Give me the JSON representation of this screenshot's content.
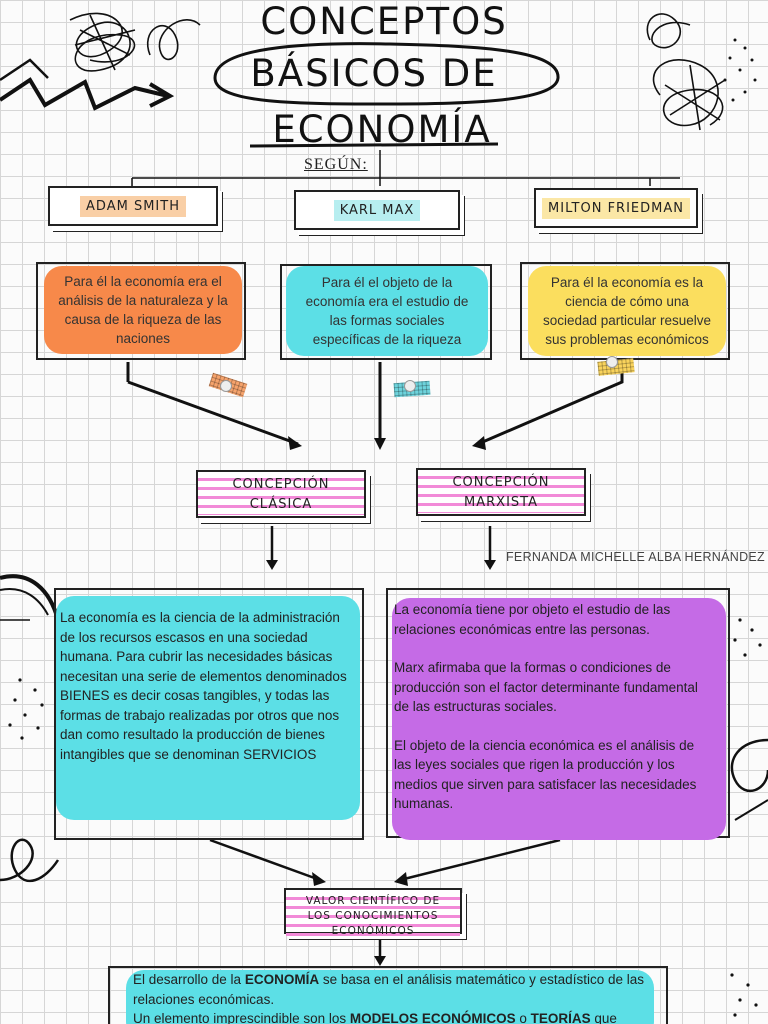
{
  "title": {
    "line1": "CONCEPTOS",
    "line2": "BÁSICOS DE",
    "line3": "ECONOMÍA"
  },
  "segun": "SEGÚN:",
  "authors": [
    {
      "name": "ADAM SMITH",
      "highlight": "#f9cfa6",
      "bubble_color": "#f7894a",
      "definition": "Para él la economía era el análisis de la naturaleza y la causa de la riqueza de las naciones"
    },
    {
      "name": "KARL MAX",
      "highlight": "#b7eef0",
      "bubble_color": "#5cdfe6",
      "definition": "Para él el objeto de la economía era el estudio de las formas sociales específicas de la riqueza"
    },
    {
      "name": "MILTON FRIEDMAN",
      "highlight": "#fbe7a6",
      "bubble_color": "#fbde5e",
      "definition": "Para él la economía es la ciencia de cómo una sociedad particular resuelve sus problemas económicos"
    }
  ],
  "concepts": {
    "clasica": "CONCEPCIÓN CLÁSICA",
    "marxista": "CONCEPCIÓN MARXISTA"
  },
  "author_credit": "FERNANDA MICHELLE ALBA HERNÁNDEZ",
  "clasica_text": "La economía es la ciencia de la administración de los recursos escasos en una sociedad humana. Para cubrir las necesidades básicas necesitan una serie de elementos denominados BIENES es decir cosas tangibles, y todas las formas de trabajo realizadas por otros que nos dan como resultado la producción de bienes intangibles que se denominan SERVICIOS",
  "marxista_text": {
    "p1": "La economía tiene por objeto el estudio de las relaciones económicas entre las personas.",
    "p2": "Marx afirmaba que la formas o condiciones de producción son el factor determinante fundamental de las estructuras sociales.",
    "p3": "El objeto de la ciencia económica es el análisis de las leyes sociales que rigen la producción y los medios que sirven para satisfacer las necesidades humanas."
  },
  "valor_cientifico": "VALOR CIENTÍFICO DE LOS CONOCIMIENTOS ECONÓMICOS",
  "bottom": {
    "t1": "El desarrollo de la ",
    "b1": "ECONOMÍA",
    "t2": " se basa en el análisis matemático y estadístico de las relaciones económicas.",
    "t3": "Un elemento imprescindible son los ",
    "b2": "MODELOS ECONÓMICOS",
    "t4": " o ",
    "b3": "TEORÍAS",
    "t5": " que"
  },
  "colors": {
    "orange": "#f7894a",
    "cyan": "#5cdfe6",
    "yellow": "#fbde5e",
    "purple": "#c56be6",
    "pink_stripe": "#f28ad8"
  }
}
